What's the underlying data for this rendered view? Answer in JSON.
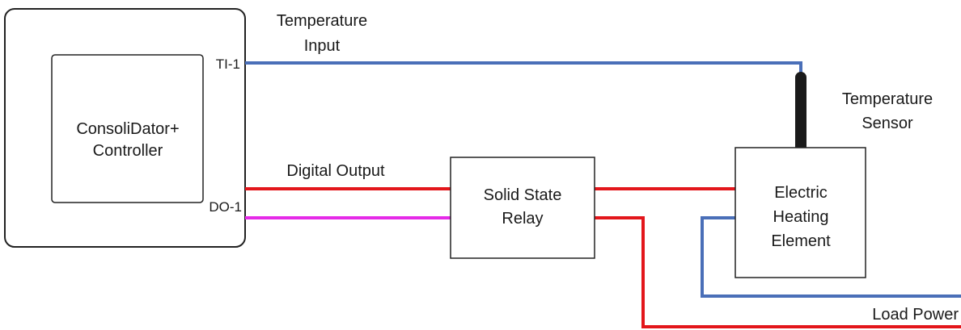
{
  "controller": {
    "label_line1": "ConsoliDator+",
    "label_line2": "Controller",
    "port_ti": "TI-1",
    "port_do": "DO-1"
  },
  "temperature_input": {
    "line1": "Temperature",
    "line2": "Input"
  },
  "digital_output": {
    "label": "Digital Output"
  },
  "relay": {
    "line1": "Solid State",
    "line2": "Relay"
  },
  "sensor": {
    "line1": "Temperature",
    "line2": "Sensor"
  },
  "heater": {
    "line1": "Electric",
    "line2": "Heating",
    "line3": "Element"
  },
  "load_power": {
    "label": "Load Power"
  },
  "colors": {
    "blue_wire": "#4a6fb8",
    "red_wire": "#e3161b",
    "magenta_wire": "#e52ae8",
    "sensor_probe": "#1a1a1a",
    "border": "#222222"
  }
}
